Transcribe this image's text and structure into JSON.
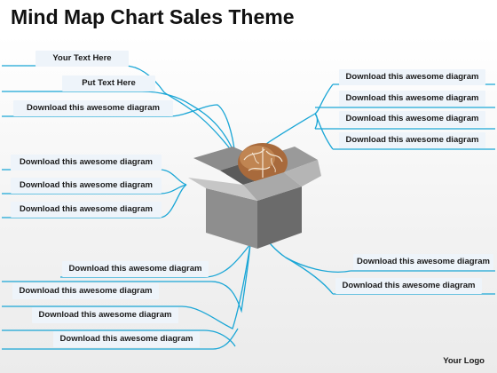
{
  "title": "Mind Map Chart Sales Theme",
  "logo_text": "Your Logo",
  "colors": {
    "connector": "#1aa6d6",
    "label_bg": "#eef4fa",
    "box_light": "#c8c8c8",
    "box_dark": "#6e6e6e",
    "brain": "#a86a3c"
  },
  "center": {
    "image": "gray-box-with-brain"
  },
  "branches": {
    "top_left": [
      "Your Text Here",
      "Put Text Here",
      "Download this awesome diagram"
    ],
    "mid_left": [
      "Download this awesome diagram",
      "Download this awesome diagram",
      "Download this awesome diagram"
    ],
    "bottom_left": [
      "Download this awesome diagram",
      "Download this awesome diagram",
      "Download this awesome diagram",
      "Download this awesome diagram"
    ],
    "top_right": [
      "Download this awesome diagram",
      "Download this awesome diagram",
      "Download this awesome diagram",
      "Download this awesome diagram"
    ],
    "bottom_right": [
      "Download this awesome diagram",
      "Download this awesome diagram"
    ]
  }
}
